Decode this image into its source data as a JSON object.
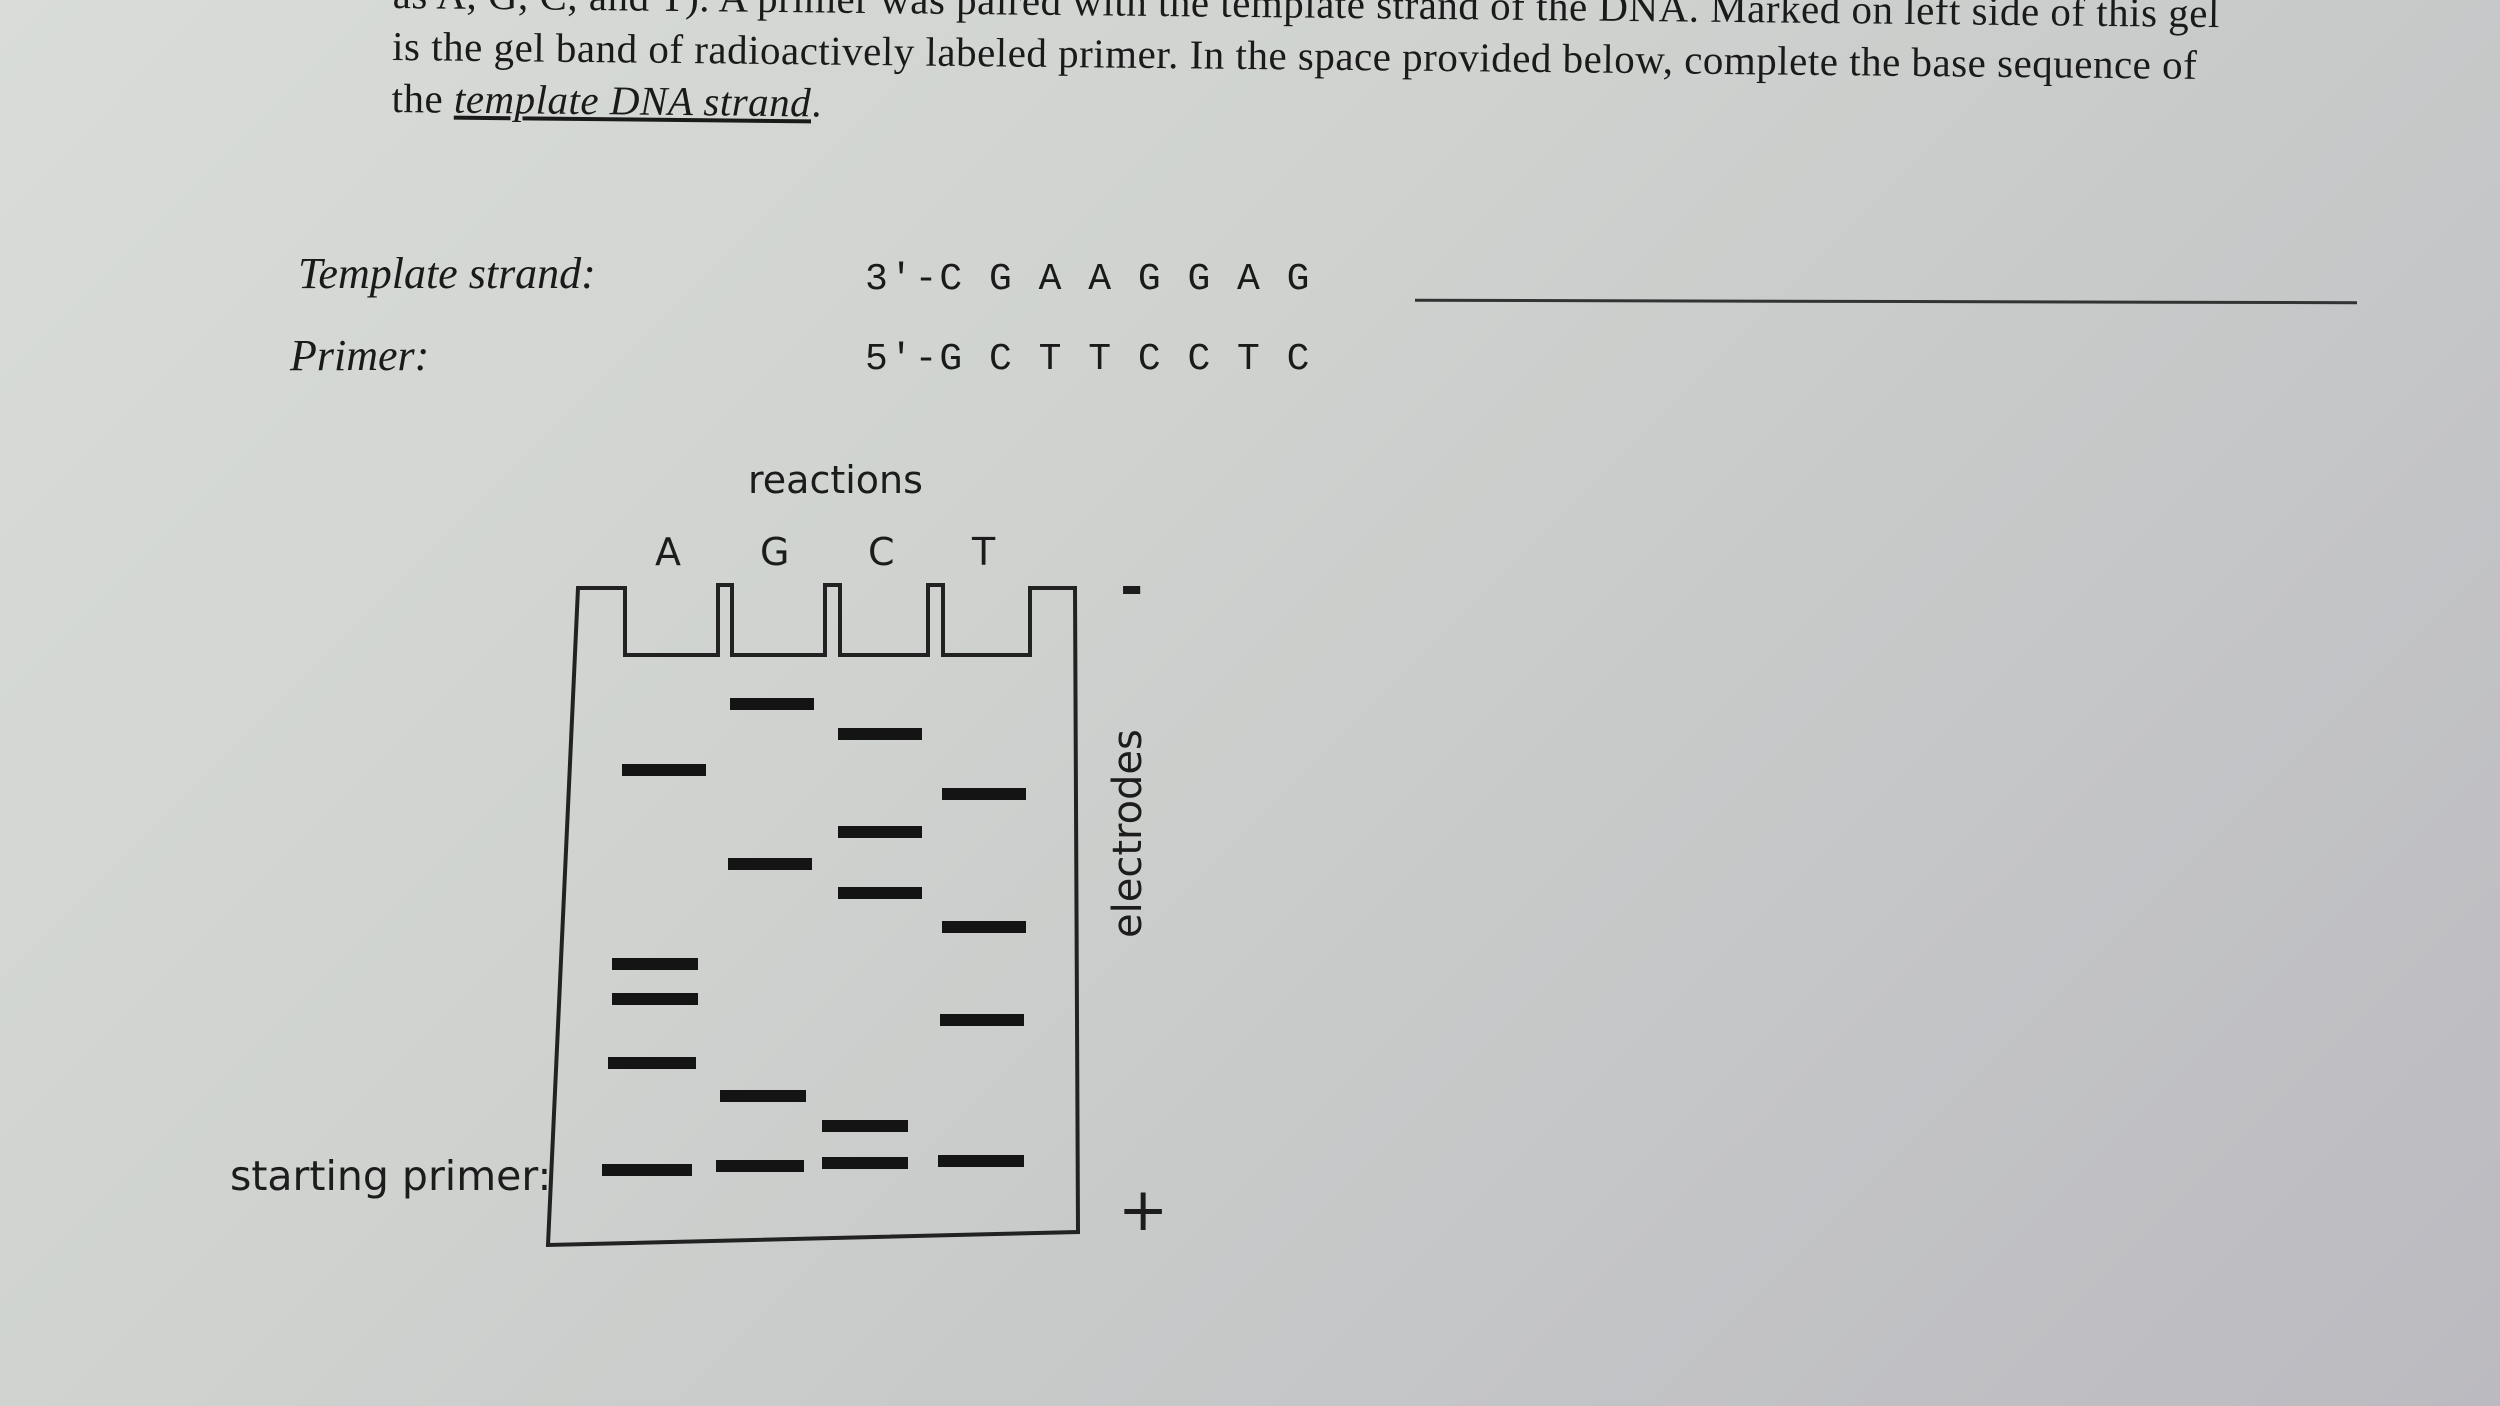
{
  "intro": {
    "line1": "as A, G, C, and T). A primer was paired with the template strand of the DNA. Marked on left side of this gel",
    "line2": "is the gel band of radioactively labeled primer. In the space provided below, complete the base sequence of",
    "line3_prefix": "the ",
    "line3_link": "template DNA strand",
    "line3_suffix": "."
  },
  "template": {
    "label": "Template strand:",
    "sequence": "3′-C G A A G G A G"
  },
  "primer": {
    "label": "Primer:",
    "sequence": "5′-G C T T C C T C"
  },
  "gel": {
    "reactions_label": "reactions",
    "lanes": [
      "A",
      "G",
      "C",
      "T"
    ],
    "minus_label": "-",
    "plus_label": "+",
    "electrodes_label": "electrodes",
    "starting_primer_label": "starting primer:"
  }
}
